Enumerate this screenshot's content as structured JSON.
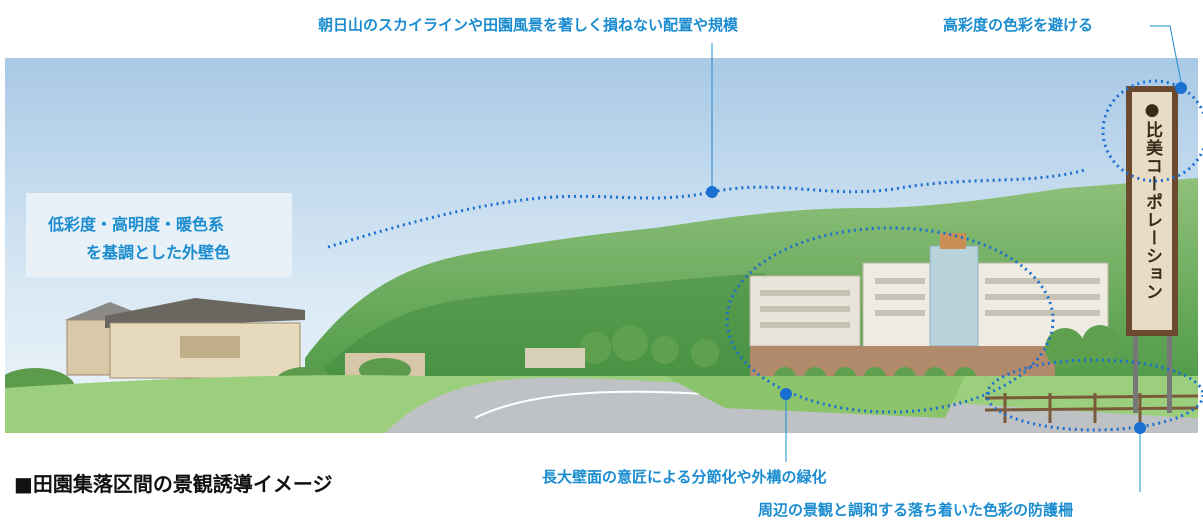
{
  "annotations": {
    "skyline": "朝日山のスカイラインや田園風景を著しく損ねない配置や規模",
    "saturation": "高彩度の色彩を避ける",
    "wall_color_line1": "低彩度・高明度・暖色系",
    "wall_color_line2": "を基調とした外壁色",
    "wall_design": "長大壁面の意匠による分節化や外構の緑化",
    "fence": "周辺の景観と調和する落ち着いた色彩の防護柵"
  },
  "sign": {
    "text": "●比美コーポレーション"
  },
  "caption": "■田園集落区間の景観誘導イメージ",
  "colors": {
    "accent": "#1a8ccf",
    "text": "#111111"
  }
}
